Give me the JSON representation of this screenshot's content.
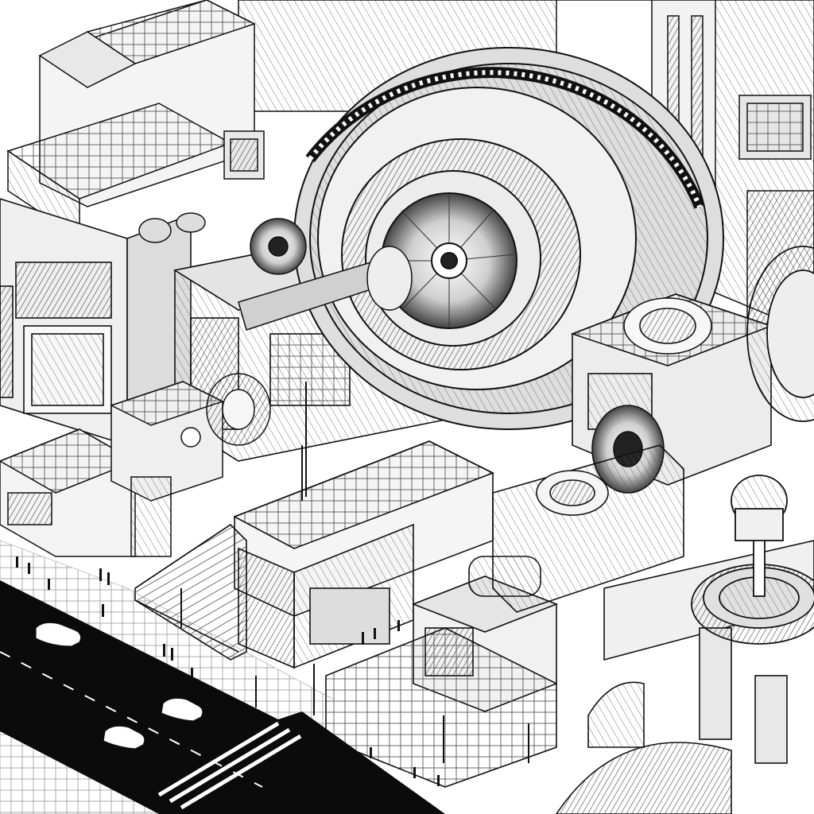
{
  "scene": {
    "palette": {
      "paper": "#ffffff",
      "ink": "#111111",
      "mid_gray": "#8a8a8a",
      "light_gray": "#d9d9d9",
      "road": "#0b0b0b"
    },
    "elements": [
      "isometric-city-block",
      "giant-turbine-machinery",
      "glass-roof-building",
      "staircase",
      "road-with-cars",
      "crosswalk",
      "fountain",
      "pedestrians"
    ]
  }
}
